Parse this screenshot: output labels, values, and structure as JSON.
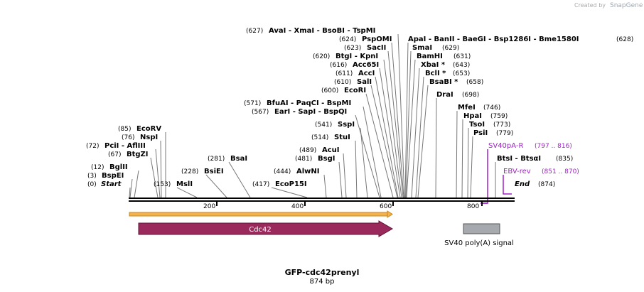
{
  "credit": {
    "prefix": "Created by",
    "brand": "SnapGene"
  },
  "sequence": {
    "name": "GFP-cdc42prenyl",
    "length_label": "874 bp",
    "start_label": "Start",
    "start_pos": "(0)",
    "end_label": "End",
    "end_pos": "(874)"
  },
  "ticks": [
    "200",
    "400",
    "600",
    "800"
  ],
  "enzymes": [
    {
      "pos": "(3)",
      "name": "BspEI"
    },
    {
      "pos": "(12)",
      "name": "BglII"
    },
    {
      "pos": "(67)",
      "name": "BtgZI"
    },
    {
      "pos": "(72)",
      "name": "PciI  - AflIII"
    },
    {
      "pos": "(76)",
      "name": "NspI"
    },
    {
      "pos": "(85)",
      "name": "EcoRV"
    },
    {
      "pos": "(153)",
      "name": "MslI"
    },
    {
      "pos": "(228)",
      "name": "BsiEI"
    },
    {
      "pos": "(281)",
      "name": "BsaI"
    },
    {
      "pos": "(417)",
      "name": "EcoP15I"
    },
    {
      "pos": "(444)",
      "name": "AlwNI"
    },
    {
      "pos": "(481)",
      "name": "BsgI"
    },
    {
      "pos": "(489)",
      "name": "AcuI"
    },
    {
      "pos": "(514)",
      "name": "StuI"
    },
    {
      "pos": "(541)",
      "name": "SspI"
    },
    {
      "pos": "(567)",
      "name": "EarI  - SapI  - BspQI"
    },
    {
      "pos": "(571)",
      "name": "BfuAI  - PaqCI  - BspMI"
    },
    {
      "pos": "(600)",
      "name": "EcoRI"
    },
    {
      "pos": "(610)",
      "name": "SalI"
    },
    {
      "pos": "(611)",
      "name": "AccI"
    },
    {
      "pos": "(616)",
      "name": "Acc65I"
    },
    {
      "pos": "(620)",
      "name": "BtgI  - KpnI"
    },
    {
      "pos": "(623)",
      "name": "SacII"
    },
    {
      "pos": "(624)",
      "name": "PspOMI"
    },
    {
      "pos": "(627)",
      "name": "AvaI  - XmaI  - BsoBI  - TspMI"
    },
    {
      "pos": "(628)",
      "name": "ApaI  - BanII  - BaeGI  - Bsp1286I  - Bme1580I"
    },
    {
      "pos": "(629)",
      "name": "SmaI"
    },
    {
      "pos": "(631)",
      "name": "BamHI"
    },
    {
      "pos": "(643)",
      "name": "XbaI *"
    },
    {
      "pos": "(653)",
      "name": "BclI *"
    },
    {
      "pos": "(658)",
      "name": "BsaBI *"
    },
    {
      "pos": "(698)",
      "name": "DraI"
    },
    {
      "pos": "(746)",
      "name": "MfeI"
    },
    {
      "pos": "(759)",
      "name": "HpaI"
    },
    {
      "pos": "(773)",
      "name": "TsoI"
    },
    {
      "pos": "(779)",
      "name": "PsiI"
    },
    {
      "pos": "(835)",
      "name": "BtsI  - BtsαI"
    }
  ],
  "primers": [
    {
      "name": "SV40pA-R",
      "range": "(797 .. 816)"
    },
    {
      "name": "EBV-rev",
      "range": "(851 .. 870)"
    }
  ],
  "features": [
    {
      "name": "Cdc42",
      "color": "#9b2a5c"
    },
    {
      "name": "SV40 poly(A) signal",
      "color": "#a6a9ad"
    }
  ],
  "colors": {
    "backbone_orange": "#f0a030",
    "primer": "#a020c8"
  }
}
